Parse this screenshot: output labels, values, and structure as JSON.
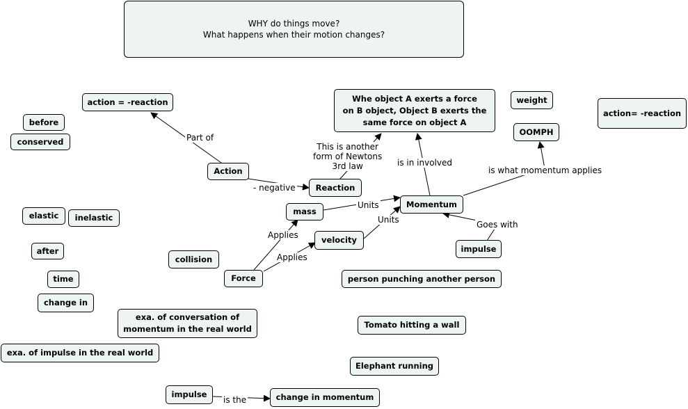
{
  "title": {
    "line1": "WHY do things move?",
    "line2": "What happens when their motion changes?"
  },
  "nodes": {
    "action_reaction_1": "action = -reaction",
    "before": "before",
    "conserved": "conserved",
    "action": "Action",
    "reaction": "Reaction",
    "newton_line1": "Whe object A exerts a force",
    "newton_line2": "on B object, Object B exerts the",
    "newton_line3": "same force on object A",
    "weight": "weight",
    "oomph": "OOMPH",
    "action_reaction_2": "action= -reaction",
    "mass": "mass",
    "momentum": "Momentum",
    "elastic": "elastic",
    "inelastic": "inelastic",
    "velocity": "velocity",
    "impulse": "impulse",
    "after": "after",
    "collision": "collision",
    "time": "time",
    "force": "Force",
    "person_punching": "person punching another person",
    "change_in": "change in",
    "exa_conservation_line1": "exa. of conversation of",
    "exa_conservation_line2": "momentum in the real world",
    "tomato": "Tomato hitting a wall",
    "exa_impulse": "exa. of impulse in the real world",
    "elephant": "Elephant running",
    "impulse_2": "impulse",
    "change_in_momentum": "change in momentum"
  },
  "link_labels": {
    "part_of": "Part of",
    "negative": "- negative",
    "another_form_line1": "This is another",
    "another_form_line2": "form of Newtons",
    "another_form_line3": "3rd law",
    "is_in_involved": "is in involved",
    "what_momentum_applies": "is what momentum applies",
    "units_1": "Units",
    "units_2": "Units",
    "goes_with": "Goes with",
    "applies_1": "Applies",
    "applies_2": "Applies",
    "is_the": "is the"
  }
}
